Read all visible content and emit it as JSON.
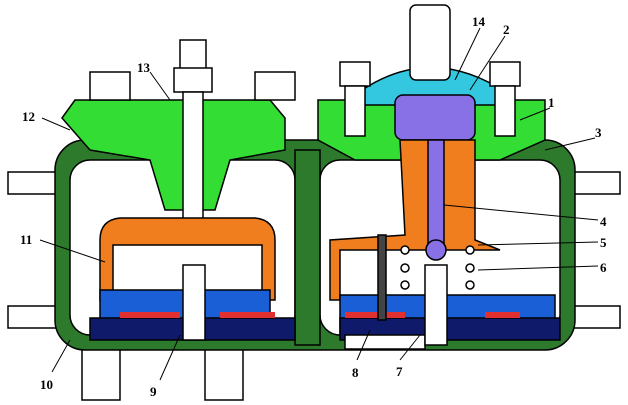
{
  "title": "Compressor cross-section diagram",
  "colors": {
    "housing": "#2d7a2d",
    "cover": "#33dd33",
    "yoke": "#f07d1e",
    "valve_block": "#1a5fd6",
    "valve_dark": "#101a6b",
    "piston": "#8870e6",
    "cap": "#33c8e0",
    "valve_red": "#e03030"
  },
  "labels": [
    "1",
    "2",
    "3",
    "4",
    "5",
    "6",
    "7",
    "8",
    "9",
    "10",
    "11",
    "12",
    "13",
    "14"
  ]
}
